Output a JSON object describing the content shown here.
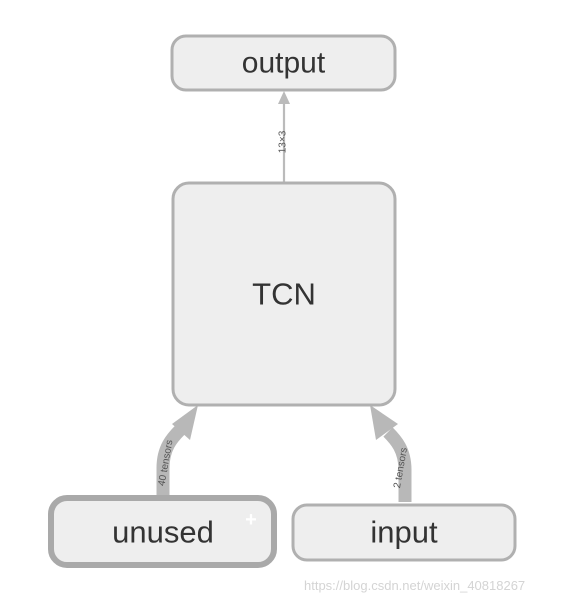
{
  "nodes": {
    "output": {
      "label": "output"
    },
    "tcn": {
      "label": "TCN"
    },
    "unused": {
      "label": "unused",
      "expand_icon": "plus-icon"
    },
    "input": {
      "label": "input"
    }
  },
  "edges": {
    "tcn_to_output": {
      "label": "13×3"
    },
    "unused_to_tcn": {
      "label": "40 tensors"
    },
    "input_to_tcn": {
      "label": "2 tensors"
    }
  },
  "watermark": "https://blog.csdn.net/weixin_40818267",
  "colors": {
    "node_fill": "#eeeeee",
    "node_stroke": "#b0b0b0",
    "edge": "#bbbbbb",
    "thick_edge": "#b8b8b8"
  }
}
